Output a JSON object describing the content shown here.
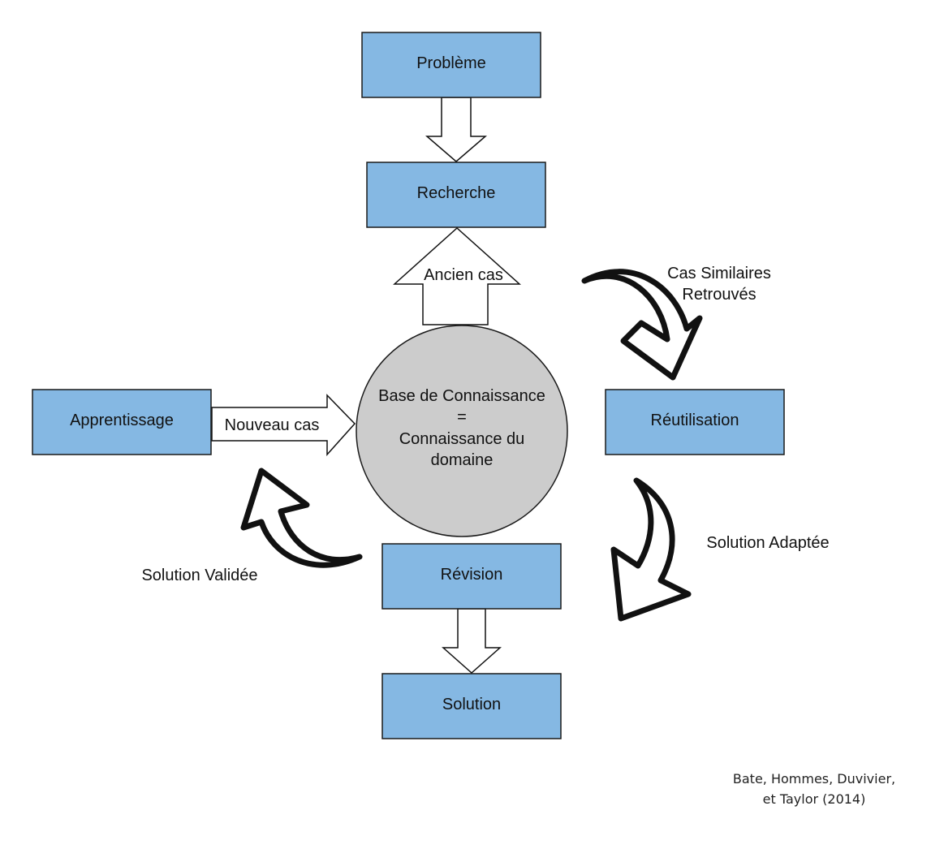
{
  "colors": {
    "box_fill": "#85b8e3",
    "box_stroke": "#1a1a1a",
    "circle_fill": "#cccccc",
    "arrow_fill": "#ffffff",
    "arrow_stroke": "#111111"
  },
  "boxes": {
    "probleme": "Problème",
    "recherche": "Recherche",
    "reutilisation": "Réutilisation",
    "apprentissage": "Apprentissage",
    "revision": "Révision",
    "solution": "Solution"
  },
  "center": {
    "line1": "Base de Connaissance",
    "line2": "=",
    "line3": "Connaissance du",
    "line4": "domaine"
  },
  "arrow_labels": {
    "ancien_cas": "Ancien cas",
    "nouveau_cas": "Nouveau cas",
    "cas_similaires_1": "Cas Similaires",
    "cas_similaires_2": "Retrouvés",
    "solution_adaptee": "Solution Adaptée",
    "solution_validee": "Solution Validée"
  },
  "citation": {
    "line1": "Bate, Hommes, Duvivier,",
    "line2": "et Taylor (2014)"
  }
}
